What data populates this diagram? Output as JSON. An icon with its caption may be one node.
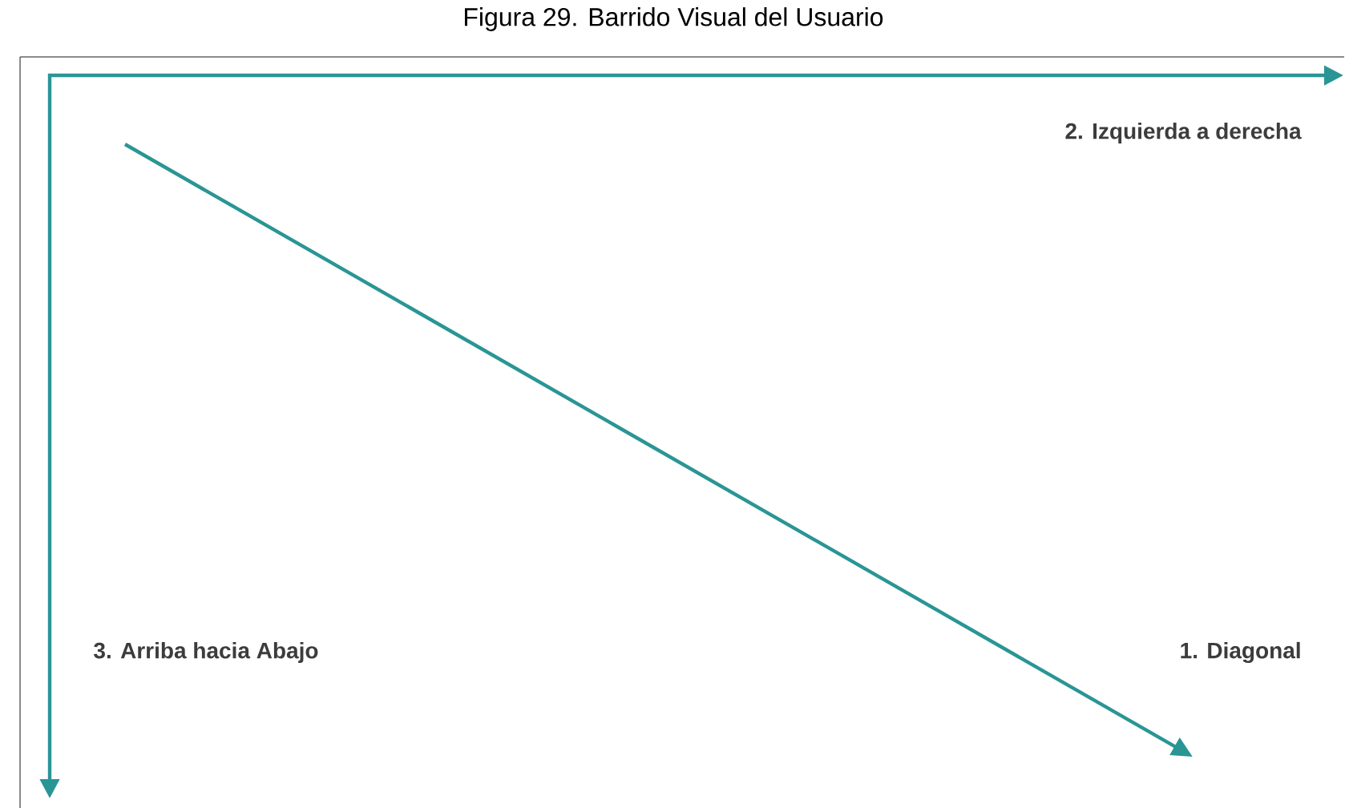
{
  "diagram": {
    "title": "Figura 29. Barrido Visual del Usuario",
    "labels": [
      "2. Izquierda a derecha",
      "3. Arriba hacia Abajo",
      "1. Diagonal"
    ]
  }
}
